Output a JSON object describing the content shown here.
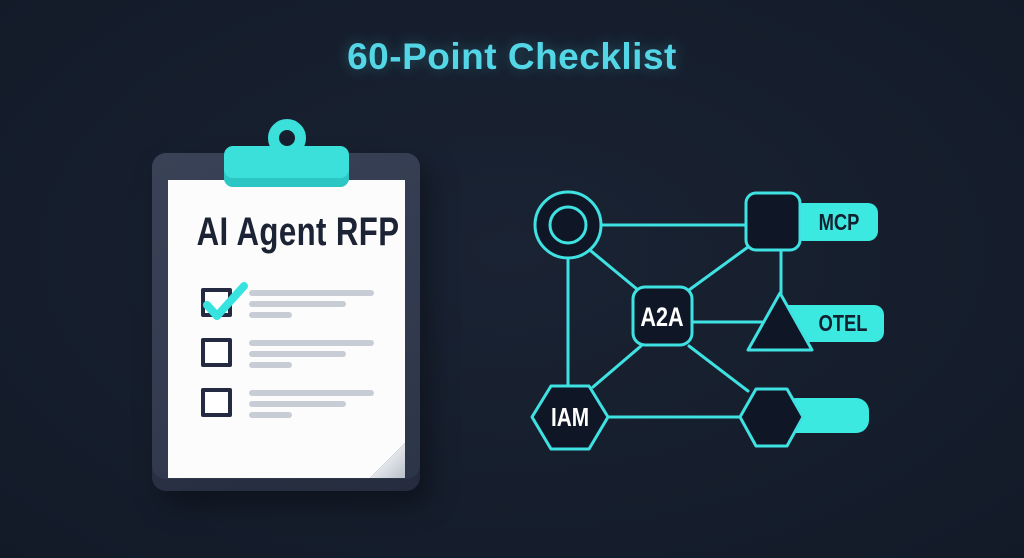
{
  "title": "60-Point Checklist",
  "colors": {
    "background": "#131B29",
    "accent_line": "#3FE2E2",
    "pill_fill": "#3CE9E0",
    "title_text": "#53D6E6",
    "board": "#333B50",
    "paper": "#FCFCFD",
    "ink": "#1C2334",
    "placeholder_bar": "#C8CDD5"
  },
  "clipboard": {
    "title": "AI Agent RFP",
    "items": [
      {
        "checked": true
      },
      {
        "checked": false
      },
      {
        "checked": false
      }
    ]
  },
  "diagram": {
    "nodes": [
      {
        "id": "hub",
        "shape": "double-circle",
        "label": ""
      },
      {
        "id": "mcp",
        "shape": "rounded-square",
        "label": "MCP"
      },
      {
        "id": "a2a",
        "shape": "rounded-square",
        "label": "A2A"
      },
      {
        "id": "otel",
        "shape": "triangle",
        "label": "OTEL"
      },
      {
        "id": "iam",
        "shape": "hexagon",
        "label": "IAM"
      },
      {
        "id": "ext",
        "shape": "hexagon",
        "label": ""
      }
    ],
    "edges": [
      [
        "hub",
        "mcp"
      ],
      [
        "hub",
        "iam"
      ],
      [
        "hub",
        "a2a"
      ],
      [
        "a2a",
        "mcp"
      ],
      [
        "mcp",
        "otel"
      ],
      [
        "a2a",
        "otel"
      ],
      [
        "a2a",
        "iam"
      ],
      [
        "a2a",
        "ext"
      ],
      [
        "iam",
        "ext"
      ]
    ],
    "labels": {
      "mcp": "MCP",
      "a2a": "A2A",
      "otel": "OTEL",
      "iam": "IAM"
    }
  }
}
